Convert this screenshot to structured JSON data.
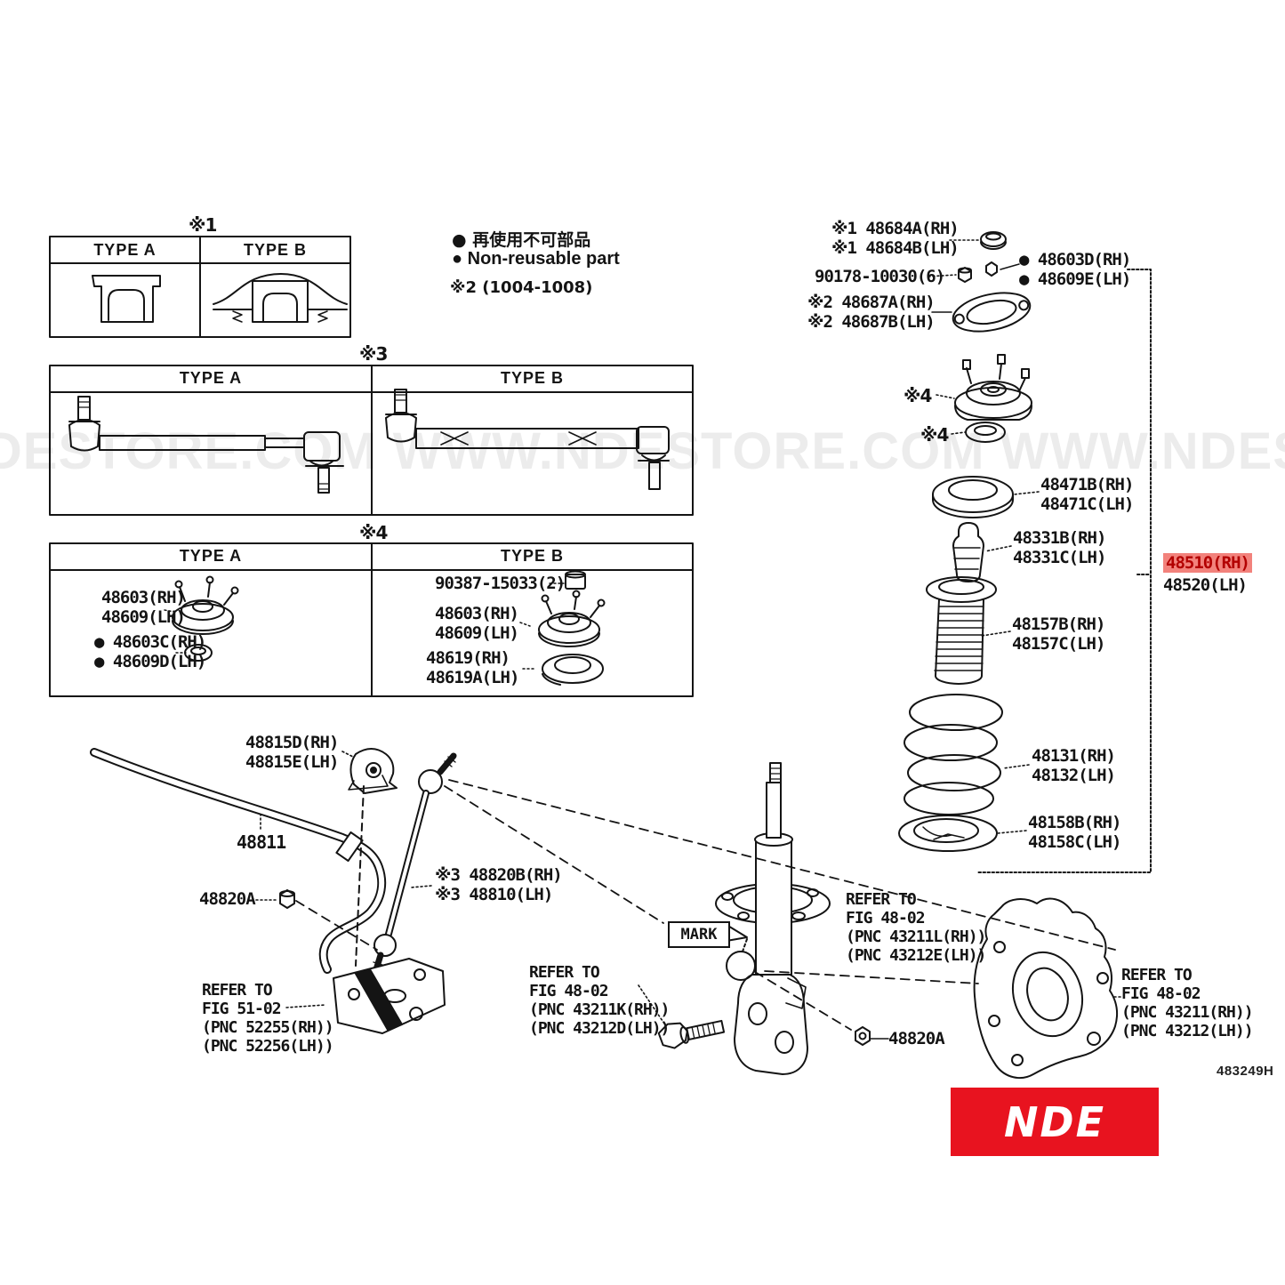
{
  "colors": {
    "highlight_bg": "#f2827c",
    "highlight_text": "#b30000",
    "brand_bg": "#e8131f",
    "brand_text": "#ffffff"
  },
  "watermark": "NDESTORE.COM WWW.NDESTORE.COM WWW.NDESTORE.C",
  "legend": {
    "non_reusable_jp": "● 再使用不可部品",
    "non_reusable_en": "● Non-reusable part",
    "note": "※2 (1004-1008)"
  },
  "tables": {
    "type_variants_1": {
      "ref": "※1",
      "col_a": "TYPE A",
      "col_b": "TYPE B"
    },
    "type_variants_3": {
      "ref": "※3",
      "col_a": "TYPE A",
      "col_b": "TYPE B"
    },
    "type_variants_4": {
      "ref": "※4",
      "col_a": "TYPE A",
      "col_b": "TYPE B",
      "a_support": "48603(RH)\n48609(LH)",
      "a_dust_seal": "● 48603C(RH)\n● 48609D(LH)",
      "b_bush": "90387-15033(2)",
      "b_support": "48603(RH)\n48609(LH)",
      "b_dust_seal": "48619(RH)\n48619A(LH)"
    }
  },
  "callouts": {
    "suspension_support_cap": "※1 48684A(RH)\n※1 48684B(LH)",
    "support_nut": "90178-10030(6)",
    "support_washer": "● 48603D(RH)\n● 48609E(LH)",
    "support_gasket": "※2 48687A(RH)\n※2 48687B(LH)",
    "support_mark": "※4",
    "bearing_mark": "※4",
    "spring_upper_seat": "48471B(RH)\n48471C(LH)",
    "spring_bumper": "48331B(RH)\n48331C(LH)",
    "shock_absorber_rh": "48510(RH)",
    "shock_absorber_lh": "48520(LH)",
    "dust_cover": "48157B(RH)\n48157C(LH)",
    "coil_spring": "48131(RH)\n48132(LH)",
    "spring_lower_seat": "48158B(RH)\n48158C(LH)",
    "stabilizer_bush": "48815D(RH)\n48815E(LH)",
    "stabilizer_bar": "48811",
    "stabilizer_nut_left": "48820A",
    "stabilizer_link": "※3 48820B(RH)\n※3 48810(LH)",
    "stabilizer_nut_right": "48820A",
    "mark_tag": "MARK"
  },
  "references": {
    "fig_51_02": "REFER TO\nFIG 51-02\n(PNC 52255(RH))\n(PNC 52256(LH))",
    "fig_48_02_bolt": "REFER TO\nFIG 48-02\n(PNC 43211K(RH))\n(PNC 43212D(LH))",
    "fig_48_02_nut": "REFER TO\nFIG 48-02\n(PNC 43211L(RH))\n(PNC 43212E(LH))",
    "fig_48_02_knuckle": "REFER TO\nFIG 48-02\n(PNC 43211(RH))\n(PNC 43212(LH))"
  },
  "footer": {
    "figure_code": "483249H",
    "brand": "NDE"
  }
}
